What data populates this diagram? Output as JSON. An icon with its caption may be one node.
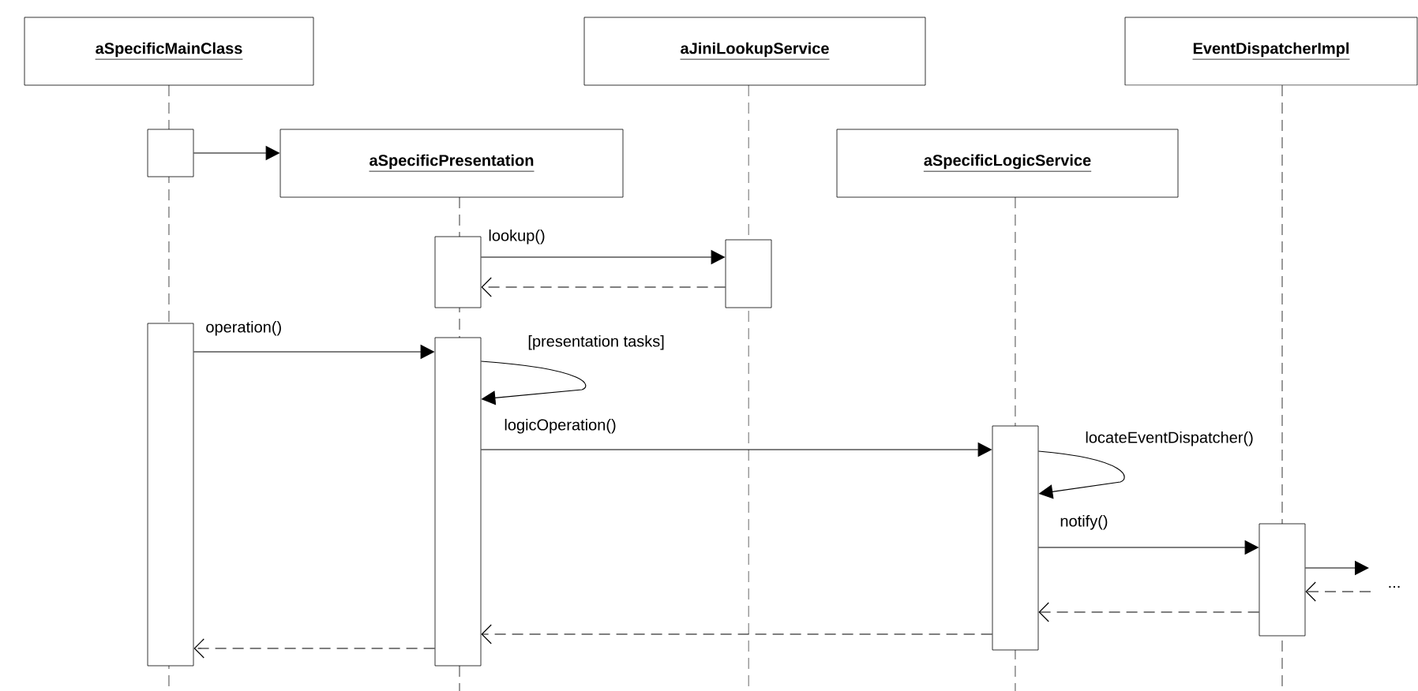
{
  "diagram": {
    "nodes": [
      {
        "text": [
          "aSpecificMainClass"
        ]
      },
      {
        "text": [
          "aJiniLookupService"
        ]
      },
      {
        "text": [
          "EventDispatcherImpl"
        ]
      },
      {
        "text": [
          "aSpecificPresentation"
        ]
      },
      {
        "text": [
          "aSpecificLogicService"
        ]
      },
      {
        "text": [],
        "shape": "bar"
      },
      {
        "text": [],
        "shape": "bar"
      },
      {
        "text": [],
        "shape": "bar"
      },
      {
        "text": [],
        "shape": "bar"
      },
      {
        "text": [],
        "shape": "bar"
      },
      {
        "text": [],
        "shape": "bar"
      },
      {
        "text": [],
        "shape": "bar"
      }
    ],
    "edges": [
      {
        "from": 5,
        "to": 3,
        "arrow": "to"
      },
      {
        "from": 6,
        "to": 7,
        "arrow": "to",
        "label": "lookup()"
      },
      {
        "from": 7,
        "to": 6,
        "arrow": "to",
        "style": "dashed"
      },
      {
        "from": 8,
        "to": 9,
        "arrow": "to",
        "label": "operation()"
      },
      {
        "from": 9,
        "to": 9,
        "arrow": "to",
        "label": "[presentation tasks]"
      },
      {
        "from": 9,
        "to": 10,
        "arrow": "to",
        "label": "logicOperation()"
      },
      {
        "from": 10,
        "to": 10,
        "arrow": "to",
        "label": "locateEventDispatcher()"
      },
      {
        "from": 10,
        "to": 11,
        "arrow": "to",
        "label": "notify()"
      },
      {
        "from": 11,
        "to": null,
        "arrow": "to"
      },
      {
        "from": null,
        "to": 11,
        "arrow": "to",
        "style": "dashed"
      },
      {
        "from": 11,
        "to": 10,
        "arrow": "to",
        "style": "dashed"
      },
      {
        "from": 10,
        "to": 9,
        "arrow": "to",
        "style": "dashed"
      },
      {
        "from": 9,
        "to": 8,
        "arrow": "to",
        "style": "dashed"
      }
    ],
    "labels": [
      "..."
    ]
  }
}
